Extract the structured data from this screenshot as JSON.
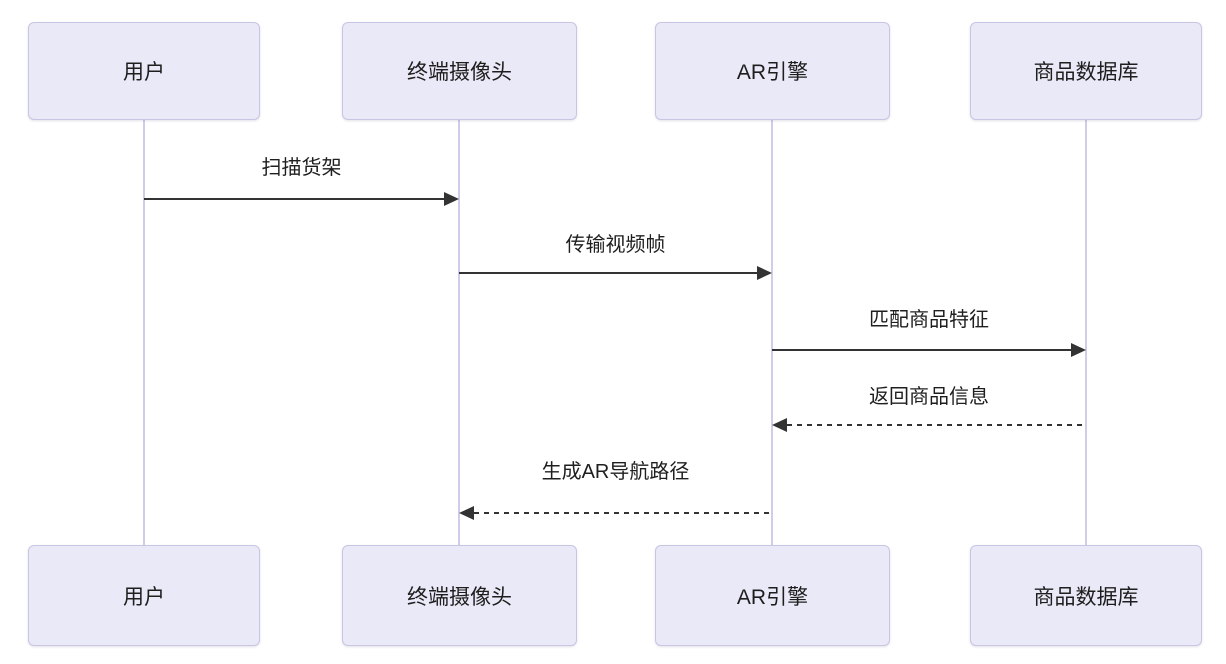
{
  "diagram": {
    "type": "sequence",
    "actors": [
      {
        "id": "user",
        "label": "用户"
      },
      {
        "id": "terminal-camera",
        "label": "终端摄像头"
      },
      {
        "id": "ar-engine",
        "label": "AR引擎"
      },
      {
        "id": "product-database",
        "label": "商品数据库"
      }
    ],
    "messages": [
      {
        "from": "用户",
        "to": "终端摄像头",
        "label": "扫描货架",
        "line": "solid",
        "direction": "right"
      },
      {
        "from": "终端摄像头",
        "to": "AR引擎",
        "label": "传输视频帧",
        "line": "solid",
        "direction": "right"
      },
      {
        "from": "AR引擎",
        "to": "商品数据库",
        "label": "匹配商品特征",
        "line": "solid",
        "direction": "right"
      },
      {
        "from": "商品数据库",
        "to": "AR引擎",
        "label": "返回商品信息",
        "line": "dashed",
        "direction": "left"
      },
      {
        "from": "AR引擎",
        "to": "终端摄像头",
        "label": "生成AR导航路径",
        "line": "dashed",
        "direction": "left"
      }
    ],
    "colors": {
      "actor_fill": "#EAE9F8",
      "actor_border": "#C8C6E3",
      "lifeline": "#CFCDE8",
      "arrow": "#333333",
      "text": "#1F1F1F",
      "background": "#FFFFFF"
    }
  }
}
